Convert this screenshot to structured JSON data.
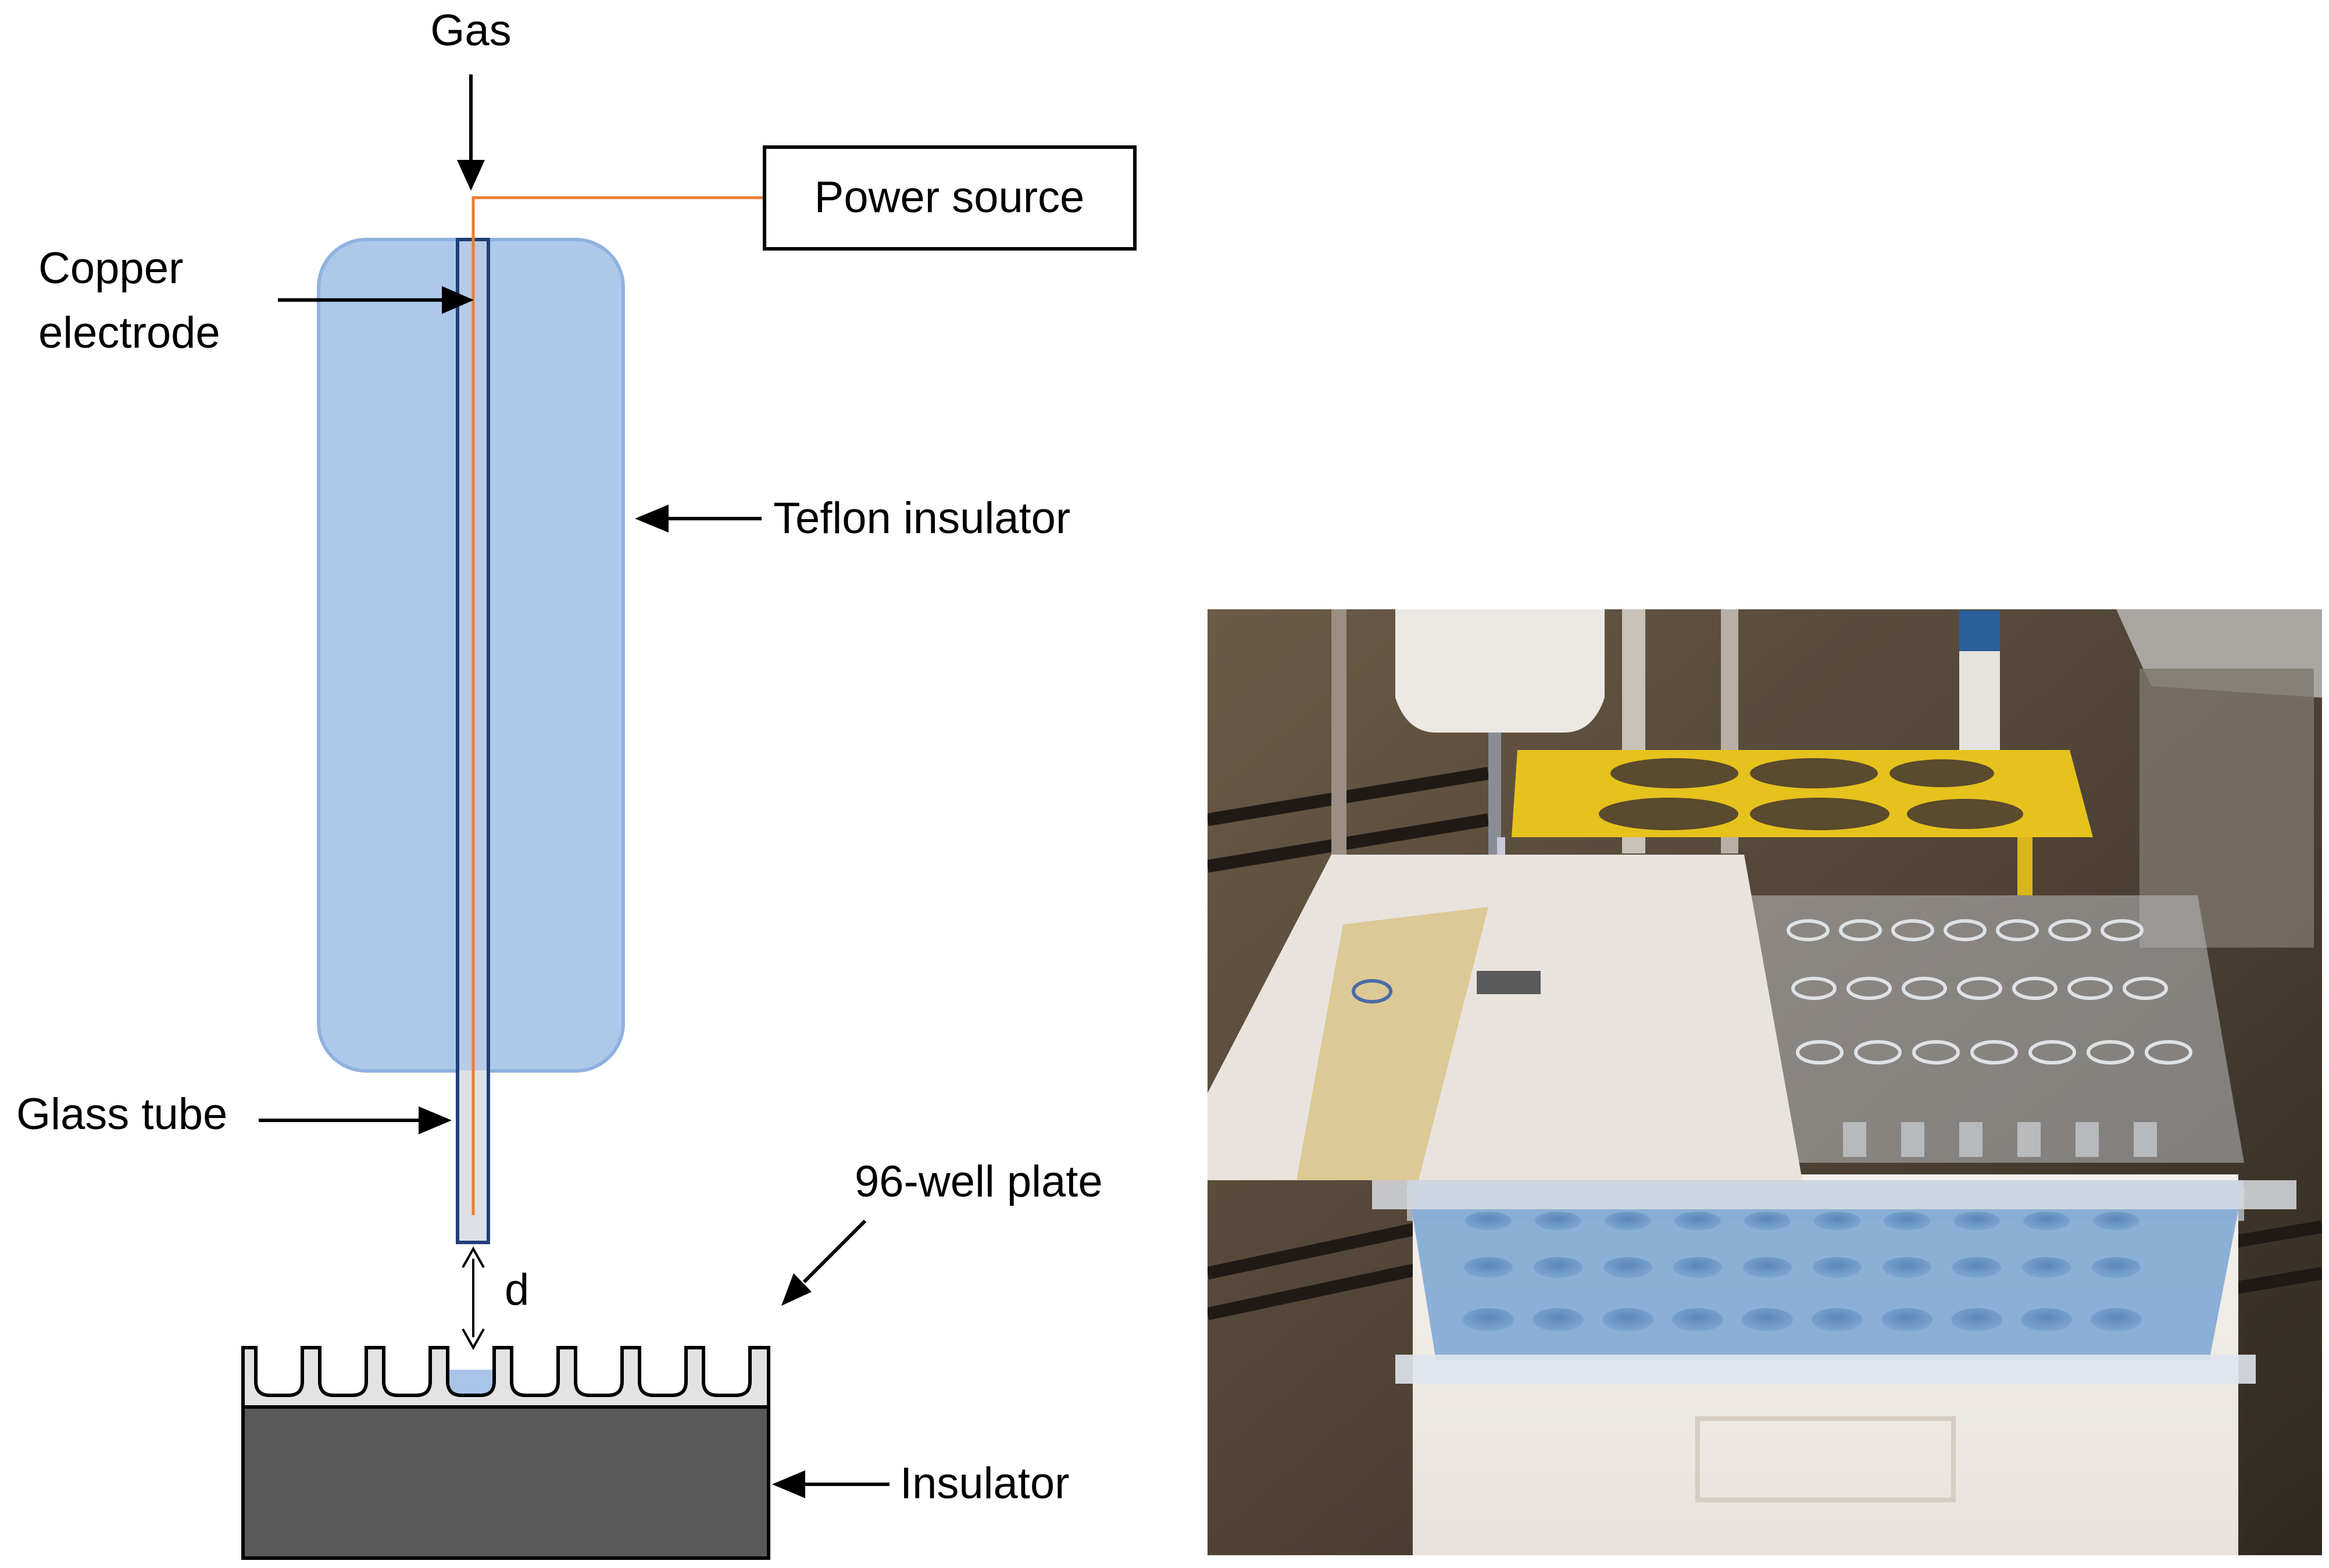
{
  "diagram": {
    "labels": {
      "gas": "Gas",
      "power_source": "Power source",
      "copper_electrode_line1": "Copper",
      "copper_electrode_line2": "electrode",
      "teflon_insulator": "Teflon insulator",
      "glass_tube": "Glass tube",
      "well_plate": "96-well plate",
      "distance": "d",
      "insulator": "Insulator"
    },
    "colors": {
      "teflon_fill": "#aec8ea",
      "teflon_stroke": "#8fb2e0",
      "tube_stroke": "#1f3f7a",
      "tube_fill": "#dde1e7",
      "electrode_wire": "#ed7d31",
      "plate_fill": "#e3e3e3",
      "insulator_fill": "#595959",
      "liquid": "#a9c4e8"
    }
  },
  "photo": {
    "description_icon": "photo-icon"
  }
}
